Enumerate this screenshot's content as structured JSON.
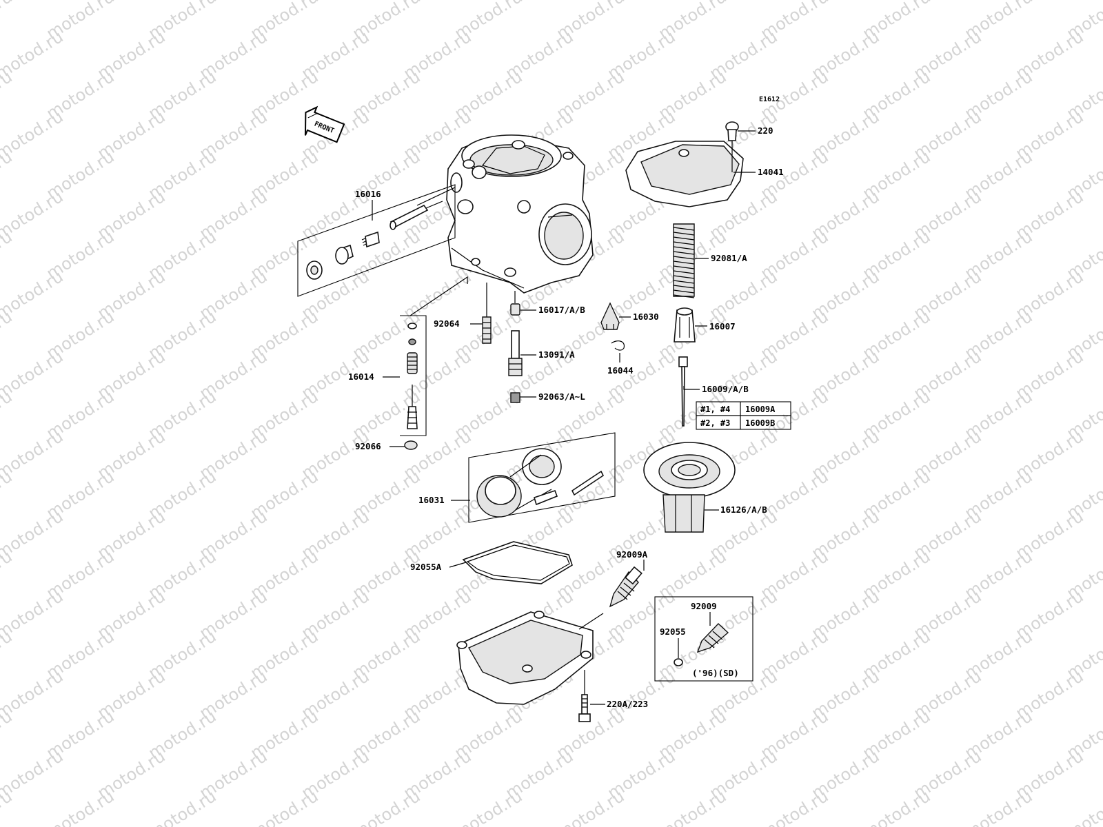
{
  "watermark": "motod.ru",
  "diagram_code": "E1612",
  "front_label": "FRONT",
  "labels": {
    "p220": "220",
    "p14041": "14041",
    "p16016": "16016",
    "p92081A": "92081/A",
    "p16017AB": "16017/A/B",
    "p16030": "16030",
    "p92064": "92064",
    "p16007": "16007",
    "p13091A": "13091/A",
    "p16044": "16044",
    "p16014": "16014",
    "p16009AB": "16009/A/B",
    "p92063AL": "92063/A~L",
    "p92066": "92066",
    "p16031": "16031",
    "p16126AB": "16126/A/B",
    "p92009A": "92009A",
    "p92055A": "92055A",
    "p92009": "92009",
    "p92055": "92055",
    "p220A223": "220A/223",
    "note96SD": "('96)(SD)"
  },
  "needle_table": {
    "rows": [
      {
        "cylinders": "#1, #4",
        "part": "16009A"
      },
      {
        "cylinders": "#2, #3",
        "part": "16009B"
      }
    ]
  }
}
